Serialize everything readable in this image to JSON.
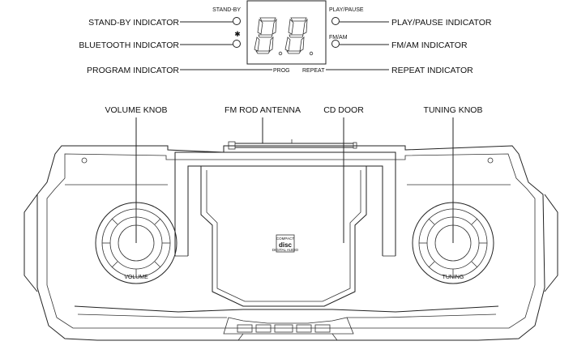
{
  "display": {
    "digits": "88",
    "small_labels": {
      "standby": "STAND-BY",
      "bluetooth_symbol": "✱",
      "play_pause": "PLAY/PAUSE",
      "fm_am": "FM/AM",
      "prog": "PROG",
      "repeat": "REPEAT"
    },
    "callouts": {
      "standby_indicator": "STAND-BY INDICATOR",
      "bluetooth_indicator": "BLUETOOTH INDICATOR",
      "program_indicator": "PROGRAM INDICATOR",
      "play_pause_indicator": "PLAY/PAUSE INDICATOR",
      "fm_am_indicator": "FM/AM INDICATOR",
      "repeat_indicator": "REPEAT INDICATOR"
    }
  },
  "device": {
    "callouts": {
      "volume_knob": "VOLUME KNOB",
      "fm_rod_antenna": "FM ROD ANTENNA",
      "cd_door": "CD DOOR",
      "tuning_knob": "TUNING KNOB"
    },
    "knob_labels": {
      "volume": "VOLUME",
      "tuning": "TUNING"
    },
    "cd_logo_top": "COMPACT",
    "cd_logo_main": "disc",
    "cd_logo_bottom": "DIGITAL AUDIO"
  }
}
